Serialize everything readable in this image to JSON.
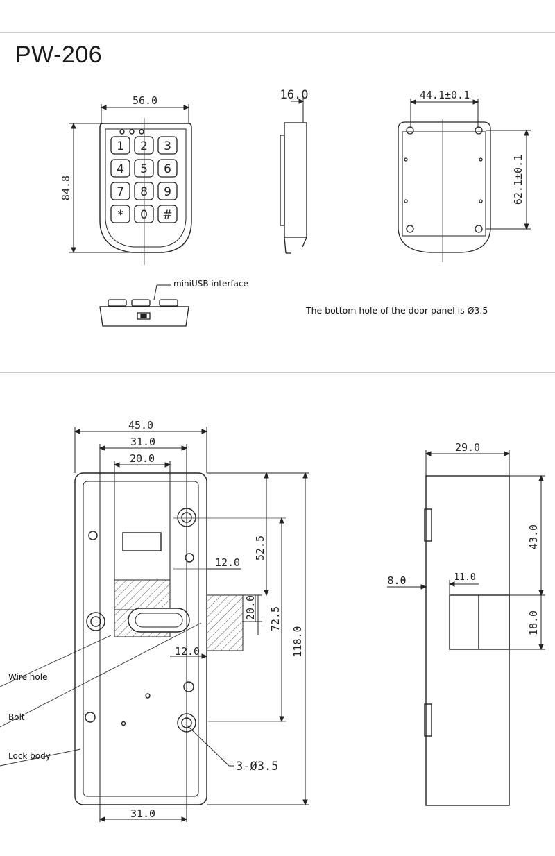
{
  "title": "PW-206",
  "notes": {
    "usb": "miniUSB interface",
    "hole": "The bottom hole of the door panel is Ø3.5"
  },
  "keypad": {
    "keys": [
      "1",
      "2",
      "3",
      "4",
      "5",
      "6",
      "7",
      "8",
      "9",
      "*",
      "0",
      "#"
    ]
  },
  "dims_top": {
    "width": "56.0",
    "height": "84.8",
    "depth": "16.0",
    "hole_width": "44.1±0.1",
    "hole_height": "62.1±0.1"
  },
  "dims_bottom": {
    "body_width": "45.0",
    "inner_31_top": "31.0",
    "inner_20": "20.0",
    "d_12_upper": "12.0",
    "d_52_5": "52.5",
    "d_20_bolt": "20.0",
    "d_72_5": "72.5",
    "d_12_lower": "12.0",
    "d_118": "118.0",
    "d_31_bottom": "31.0",
    "hole_spec": "3-Ø3.5",
    "side_width": "29.0",
    "side_43": "43.0",
    "side_8": "8.0",
    "side_11": "11.0",
    "side_18": "18.0"
  },
  "labels": {
    "wire_hole": "Wire hole",
    "bolt": "Bolt",
    "lock_body": "Lock body"
  }
}
